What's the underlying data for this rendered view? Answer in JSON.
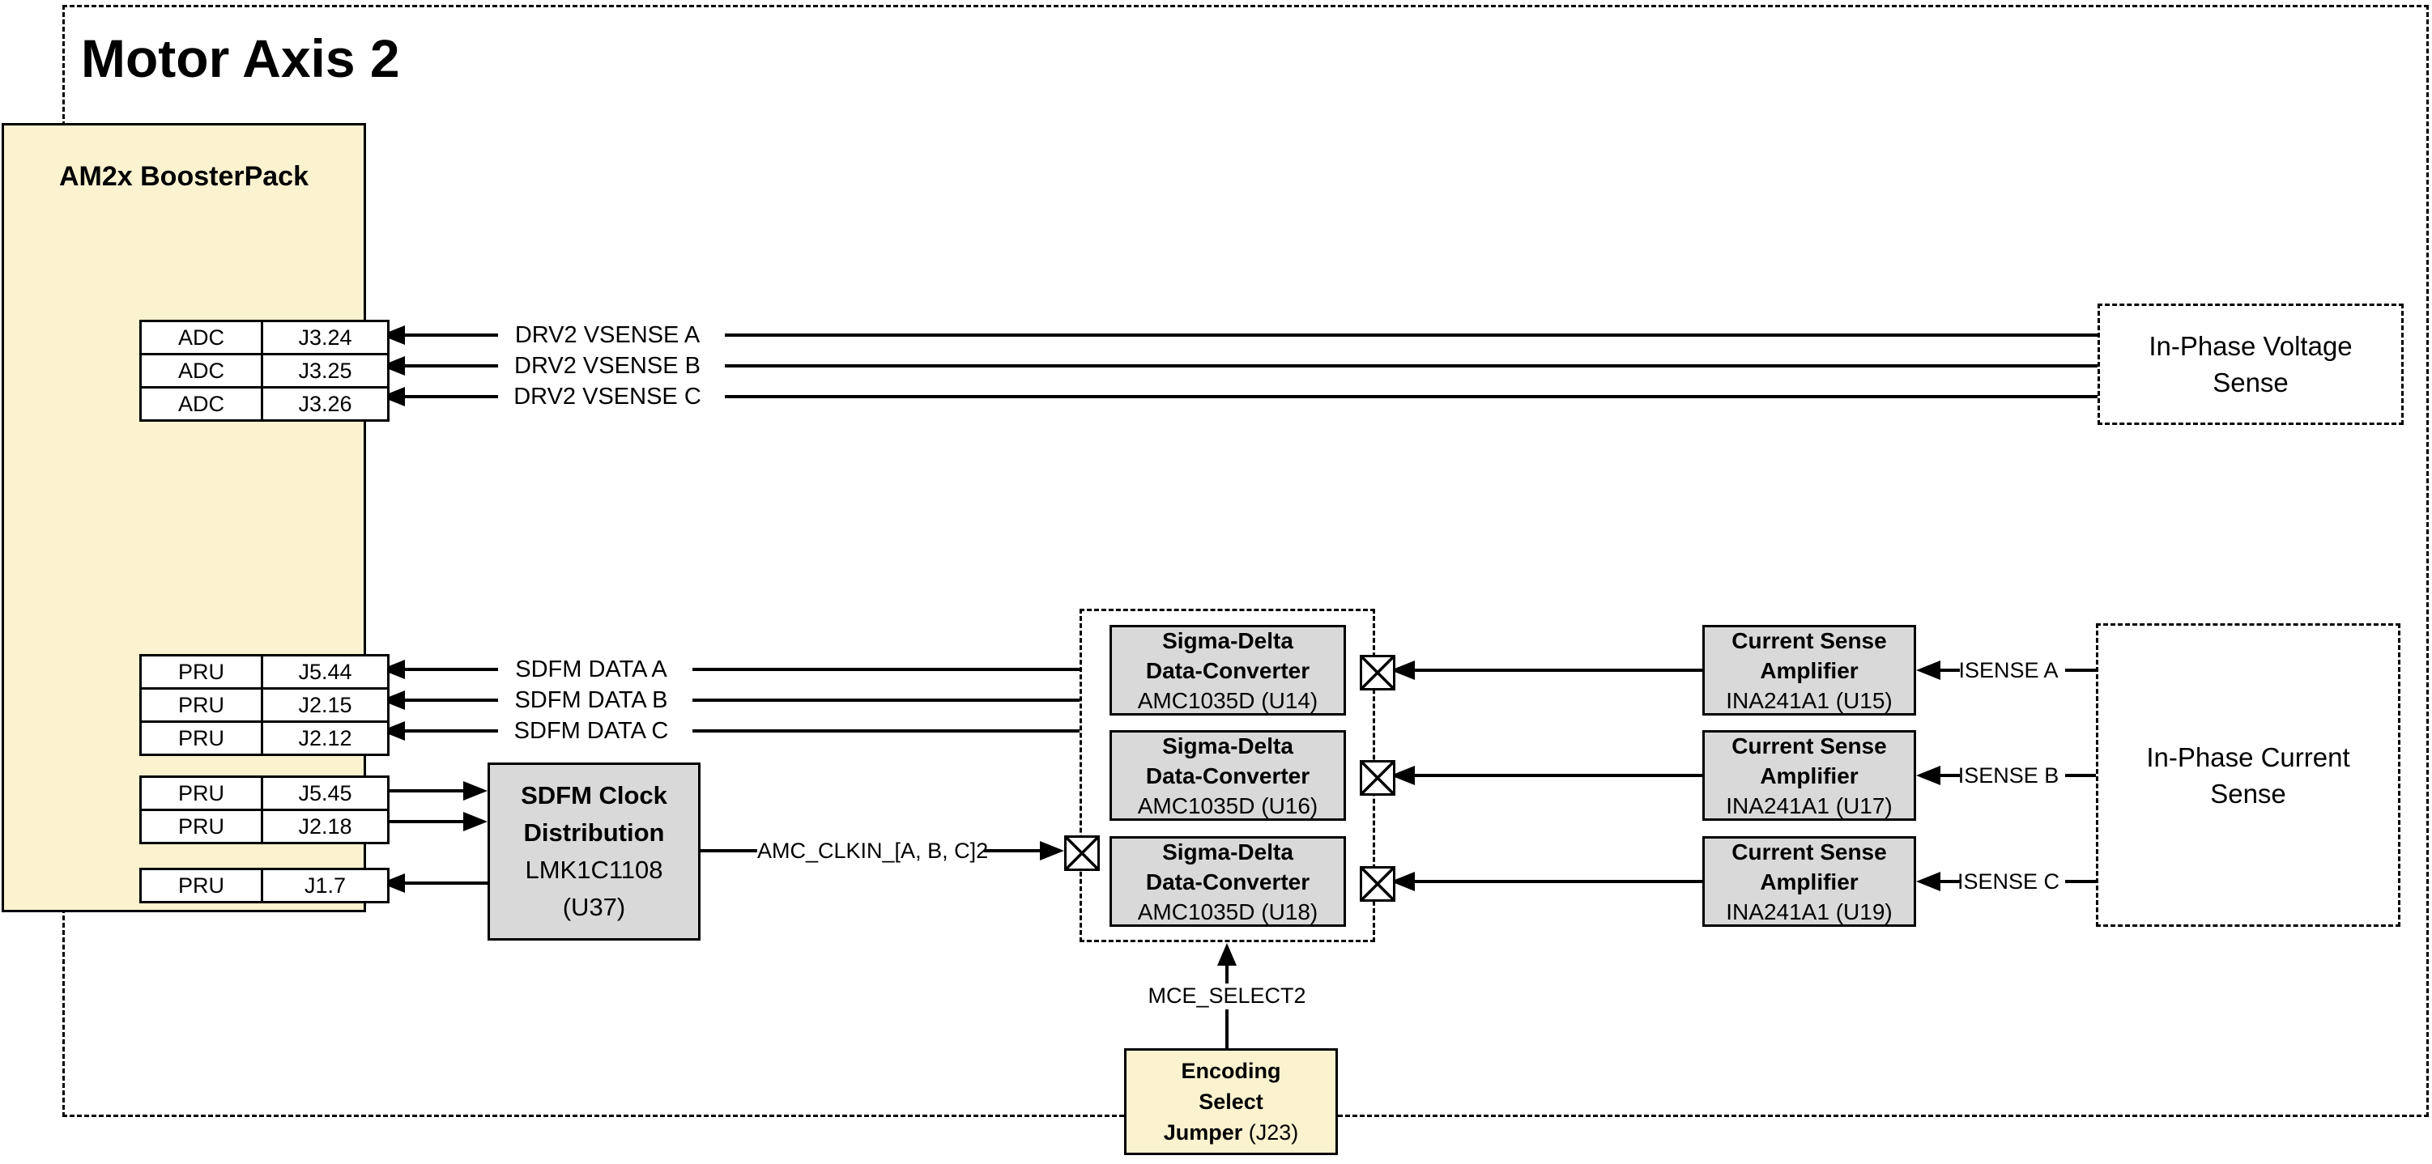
{
  "title": "Motor Axis 2",
  "colors": {
    "yellow": "#FBF2CF",
    "gray": "#D9D9D9",
    "line": "#000000"
  },
  "booster": {
    "label": "AM2x BoosterPack"
  },
  "pins": {
    "adc": [
      {
        "port": "ADC",
        "pin": "J3.24"
      },
      {
        "port": "ADC",
        "pin": "J3.25"
      },
      {
        "port": "ADC",
        "pin": "J3.26"
      }
    ],
    "pru_data": [
      {
        "port": "PRU",
        "pin": "J5.44"
      },
      {
        "port": "PRU",
        "pin": "J2.15"
      },
      {
        "port": "PRU",
        "pin": "J2.12"
      }
    ],
    "pru_clk": [
      {
        "port": "PRU",
        "pin": "J5.45"
      },
      {
        "port": "PRU",
        "pin": "J2.18"
      }
    ],
    "pru_ret": [
      {
        "port": "PRU",
        "pin": "J1.7"
      }
    ]
  },
  "signals": {
    "vsense": [
      {
        "label": "DRV2 VSENSE A"
      },
      {
        "label": "DRV2 VSENSE B"
      },
      {
        "label": "DRV2 VSENSE C"
      }
    ],
    "sdfm": [
      {
        "label": "SDFM DATA A"
      },
      {
        "label": "SDFM DATA B"
      },
      {
        "label": "SDFM DATA C"
      }
    ],
    "isense": [
      {
        "label": "ISENSE A"
      },
      {
        "label": "ISENSE B"
      },
      {
        "label": "ISENSE C"
      }
    ],
    "clock_out": {
      "label": "AMC_CLKIN_[A, B, C]2"
    },
    "mce": {
      "label": "MCE_SELECT2"
    }
  },
  "blocks": {
    "sdfm_clock": {
      "title1": "SDFM Clock",
      "title2": "Distribution",
      "part": "LMK1C1108",
      "ref": "(U37)"
    },
    "converters": [
      {
        "title1": "Sigma-Delta",
        "title2": "Data-Converter",
        "part": "AMC1035D (U14)"
      },
      {
        "title1": "Sigma-Delta",
        "title2": "Data-Converter",
        "part": "AMC1035D (U16)"
      },
      {
        "title1": "Sigma-Delta",
        "title2": "Data-Converter",
        "part": "AMC1035D (U18)"
      }
    ],
    "amplifiers": [
      {
        "title1": "Current Sense",
        "title2": "Amplifier",
        "part": "INA241A1 (U15)"
      },
      {
        "title1": "Current Sense",
        "title2": "Amplifier",
        "part": "INA241A1 (U17)"
      },
      {
        "title1": "Current Sense",
        "title2": "Amplifier",
        "part": "INA241A1 (U19)"
      }
    ],
    "voltage_sense": {
      "label": "In-Phase Voltage Sense"
    },
    "current_sense": {
      "label": "In-Phase Current Sense"
    },
    "encoding": {
      "line1": "Encoding",
      "line2": "Select",
      "line3_bold": "Jumper",
      "line3_reg": "(J23)"
    }
  }
}
